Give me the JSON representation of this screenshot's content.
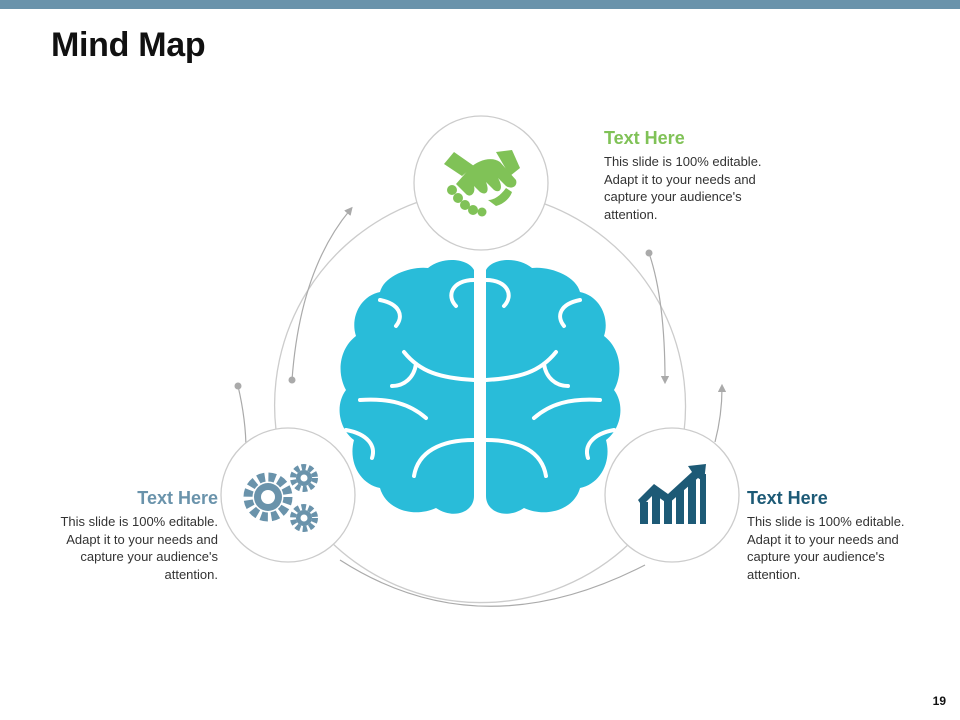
{
  "slide": {
    "title": "Mind Map",
    "page_number": "19"
  },
  "colors": {
    "top_bar": "#6a93ab",
    "brain": "#29bcd9",
    "handshake": "#80c257",
    "gears": "#6a93ab",
    "chart": "#1d5a76",
    "ring": "#cccccc",
    "arrow": "#aaaaaa"
  },
  "nodes": {
    "top": {
      "icon": "handshake-icon",
      "heading": "Text Here",
      "body": "This slide is 100% editable. Adapt it to your needs and capture your audience's attention."
    },
    "left": {
      "icon": "gears-icon",
      "heading": "Text Here",
      "body": "This slide is 100% editable. Adapt it to your needs and capture your audience's attention."
    },
    "right": {
      "icon": "bar-chart-growth-icon",
      "heading": "Text Here",
      "body": "This slide is 100% editable. Adapt it to your needs and capture your audience's attention."
    }
  },
  "center": {
    "icon": "brain-icon"
  }
}
